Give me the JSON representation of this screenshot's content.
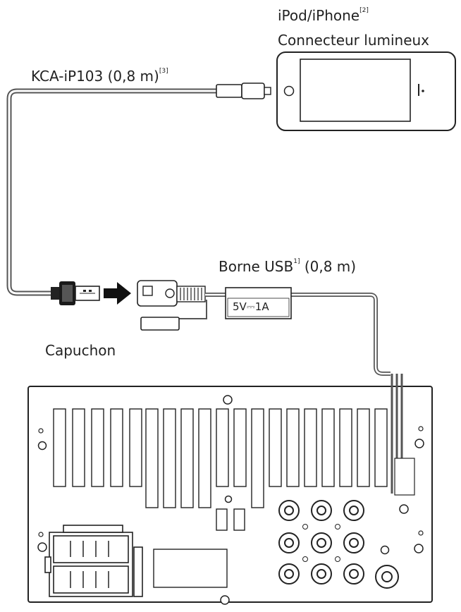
{
  "labels": {
    "ipod_line1": "iPod/iPhone",
    "ipod_line1_sup": "[2]",
    "ipod_line2": "Connecteur lumineux",
    "cable_name": "KCA-iP103 (0,8 m)",
    "cable_sup": "[3]",
    "usb_name": "Borne USB",
    "usb_sup": "1]",
    "usb_length": " (0,8 m)",
    "cap": "Capuchon",
    "psu_rating": "5V⎓1A"
  }
}
